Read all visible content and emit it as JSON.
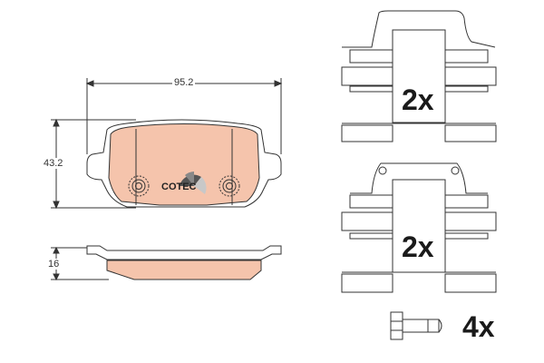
{
  "dimensions": {
    "width_label": "95.2",
    "height_label": "43.2",
    "thickness_label": "16"
  },
  "brand": {
    "logo_text": "COTEC"
  },
  "accessories": [
    {
      "name": "clip-kit-a",
      "quantity_label": "2x"
    },
    {
      "name": "clip-kit-b",
      "quantity_label": "2x"
    },
    {
      "name": "bolt",
      "quantity_label": "4x"
    }
  ],
  "colors": {
    "pad_fill": "#F5C4AC",
    "line": "#333333",
    "logo_dark": "#555555",
    "logo_light": "#c8c8c8"
  }
}
